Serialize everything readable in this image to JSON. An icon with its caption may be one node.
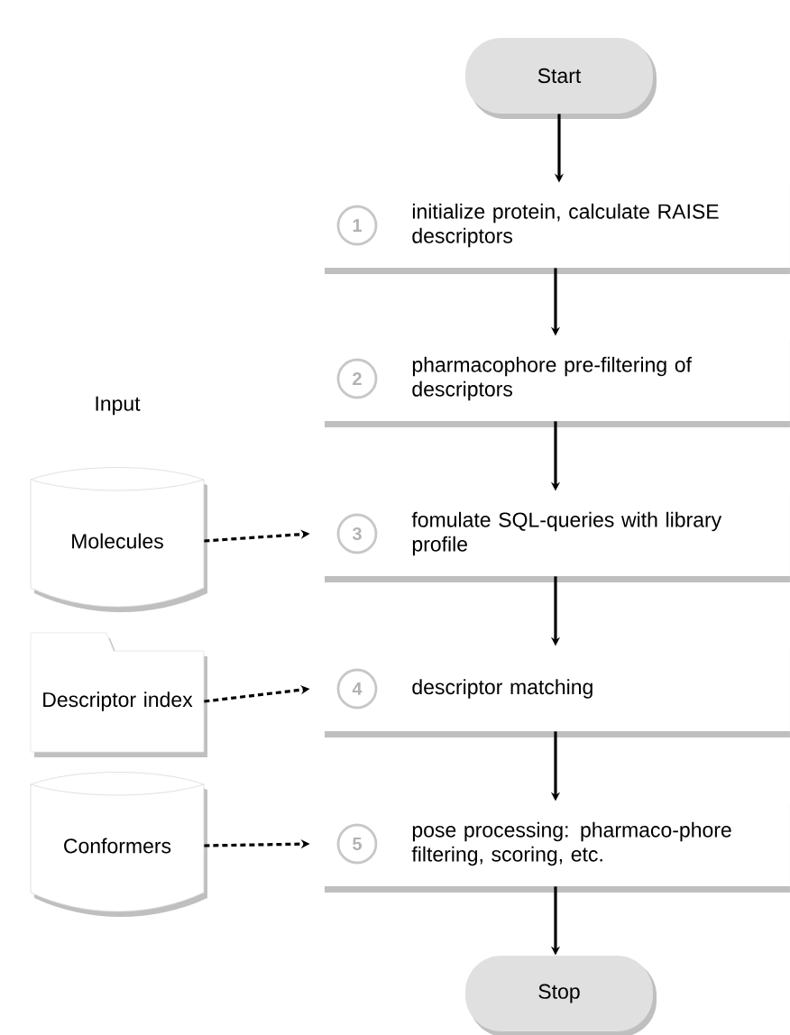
{
  "diagram": {
    "nodes": [
      {
        "text": [
          "Start"
        ]
      },
      {
        "text": [
          "1",
          "initialize protein, calculate RAISE descriptors"
        ]
      },
      {
        "text": [
          "2",
          "pharmacophore pre-filtering of descriptors"
        ]
      },
      {
        "text": [
          "Molecules"
        ]
      },
      {
        "text": [
          "3",
          "fomulate SQL-queries with library profile"
        ]
      },
      {
        "text": [
          "Descriptor index"
        ]
      },
      {
        "text": [
          "4",
          "descriptor matching"
        ]
      },
      {
        "text": [
          "Conformers"
        ]
      },
      {
        "text": [
          "5",
          "pose processing: pharmaco-phore filtering, scoring, etc."
        ]
      },
      {
        "text": [
          "Stop"
        ]
      }
    ],
    "edges": [
      {
        "from": 0,
        "to": 1,
        "arrow": "to"
      },
      {
        "from": 1,
        "to": 2,
        "arrow": "to"
      },
      {
        "from": 2,
        "to": 4,
        "arrow": "to"
      },
      {
        "from": 4,
        "to": 6,
        "arrow": "to"
      },
      {
        "from": 6,
        "to": 8,
        "arrow": "to"
      },
      {
        "from": 8,
        "to": 9,
        "arrow": "to"
      },
      {
        "from": 3,
        "to": 4,
        "arrow": "to",
        "style": "dashed"
      },
      {
        "from": 5,
        "to": 6,
        "arrow": "to",
        "style": "dashed"
      },
      {
        "from": 7,
        "to": 8,
        "arrow": "to",
        "style": "dashed"
      }
    ],
    "labels": [
      "Input"
    ]
  }
}
